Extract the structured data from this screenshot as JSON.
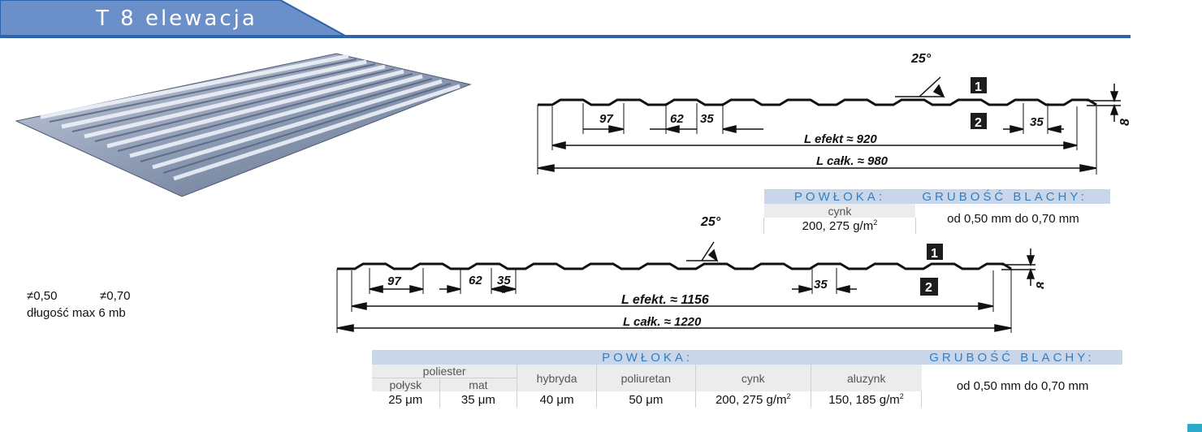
{
  "header": {
    "title": "T 8 elewacja",
    "bar_color": "#2e64ab",
    "tab_color": "#6b8fc9"
  },
  "notes": {
    "thickness_a": "≠0,50",
    "thickness_b": "≠0,70",
    "max_length": "długość max 6 mb"
  },
  "profile_top": {
    "angle": "25°",
    "dim_97": "97",
    "dim_62": "62",
    "dim_35_left": "35",
    "dim_35_right": "35",
    "height": "8",
    "l_efekt": "L efekt ≈ 920",
    "l_calk": "L całk. ≈ 980",
    "side_1": "1",
    "side_2": "2"
  },
  "profile_bottom": {
    "angle": "25°",
    "dim_97": "97",
    "dim_62": "62",
    "dim_35_left": "35",
    "dim_35_right": "35",
    "height": "8",
    "l_efekt": "L efekt. ≈ 1156",
    "l_calk": "L całk. ≈ 1220",
    "side_1": "1",
    "side_2": "2"
  },
  "table_top": {
    "h_coating": "POWŁOKA:",
    "h_thickness": "GRUBOŚĆ BLACHY:",
    "coating_name": "cynk",
    "coating_value": "200, 275 g/m",
    "coating_unit_sup": "2",
    "thickness_value": "od 0,50 mm do 0,70 mm"
  },
  "table_bottom": {
    "h_coating": "POWŁOKA:",
    "h_thickness": "GRUBOŚĆ BLACHY:",
    "poliester": "poliester",
    "polysk": "połysk",
    "mat": "mat",
    "hybryda": "hybryda",
    "poliuretan": "poliuretan",
    "cynk": "cynk",
    "aluzynk": "aluzynk",
    "v_polysk": "25 μm",
    "v_mat": "35 μm",
    "v_hybryda": "40 μm",
    "v_poliuretan": "50 μm",
    "v_cynk": "200, 275 g/m",
    "v_aluzynk": "150, 185 g/m",
    "sup2": "2",
    "thickness_value": "od 0,50 mm do 0,70 mm"
  },
  "colors": {
    "accent_blue": "#2f7fc6",
    "header_fill": "#c9d6ea",
    "sheet_metal": "#8e9cb5"
  }
}
